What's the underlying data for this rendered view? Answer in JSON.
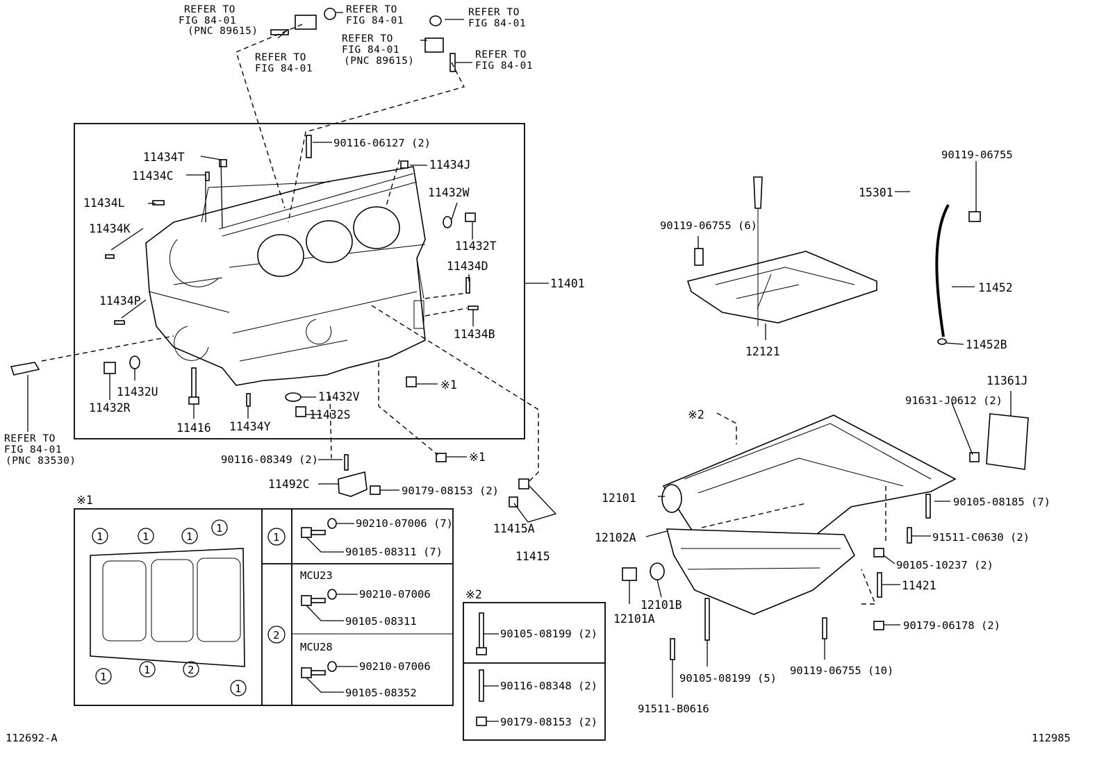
{
  "refs": {
    "r1": [
      "REFER TO",
      "FIG 84-01",
      "(PNC 89615)"
    ],
    "r2": [
      "REFER TO",
      "FIG 84-01"
    ],
    "r3": [
      "REFER TO",
      "FIG 84-01"
    ],
    "r4": [
      "REFER TO",
      "FIG 84-01"
    ],
    "r5": [
      "REFER TO",
      "FIG 84-01",
      "(PNC 89615)"
    ],
    "r6": [
      "REFER TO",
      "FIG 84-01"
    ],
    "r7": [
      "REFER TO",
      "FIG 84-01",
      "(PNC 83530)"
    ]
  },
  "labels": {
    "p90116_06127": "90116-06127 (2)",
    "p11434T": "11434T",
    "p11434C": "11434C",
    "p11434J": "11434J",
    "p11434L": "11434L",
    "p11432W": "11432W",
    "p11434K": "11434K",
    "p11432T": "11432T",
    "p11434D": "11434D",
    "p11401": "11401",
    "p11434P": "11434P",
    "p11434B": "11434B",
    "p11432U": "11432U",
    "p11432R": "11432R",
    "p11416": "11416",
    "p11434Y": "11434Y",
    "p11432V": "11432V",
    "p11432S": "11432S",
    "mark1a": "※1",
    "mark1b": "※1",
    "p90116_08349": "90116-08349 (2)",
    "p11492C": "11492C",
    "p90179_08153": "90179-08153 (2)",
    "p11415A": "11415A",
    "p11415": "11415",
    "p90119_06755a": "90119-06755",
    "p15301": "15301",
    "p90119_06755_6": "90119-06755 (6)",
    "p11452": "11452",
    "p11452B": "11452B",
    "p12121": "12121",
    "p11361J": "11361J",
    "p91631": "91631-J0612 (2)",
    "mark2": "※2",
    "p12101": "12101",
    "p90105_08185": "90105-08185 (7)",
    "p12102A": "12102A",
    "p91511_C0630": "91511-C0630 (2)",
    "p90105_10237": "90105-10237 (2)",
    "p11421": "11421",
    "p12101A": "12101A",
    "p12101B": "12101B",
    "p90179_06178": "90179-06178 (2)",
    "p90105_08199_5": "90105-08199 (5)",
    "p90119_06755_10": "90119-06755 (10)",
    "p91511_B0616": "91511-B0616",
    "code_left": "112692-A",
    "code_right": "112985"
  },
  "inset1": {
    "title": "※1",
    "circles": [
      "1",
      "1",
      "1",
      "1",
      "1",
      "1",
      "2",
      "1"
    ],
    "row1_num": "1",
    "row1_a": "90210-07006 (7)",
    "row1_b": "90105-08311 (7)",
    "row2_num": "2",
    "mcu23": "MCU23",
    "mcu23_a": "90210-07006",
    "mcu23_b": "90105-08311",
    "mcu28": "MCU28",
    "mcu28_a": "90210-07006",
    "mcu28_b": "90105-08352"
  },
  "inset2": {
    "title": "※2",
    "a": "90105-08199 (2)",
    "b": "90116-08348 (2)",
    "c": "90179-08153 (2)"
  }
}
